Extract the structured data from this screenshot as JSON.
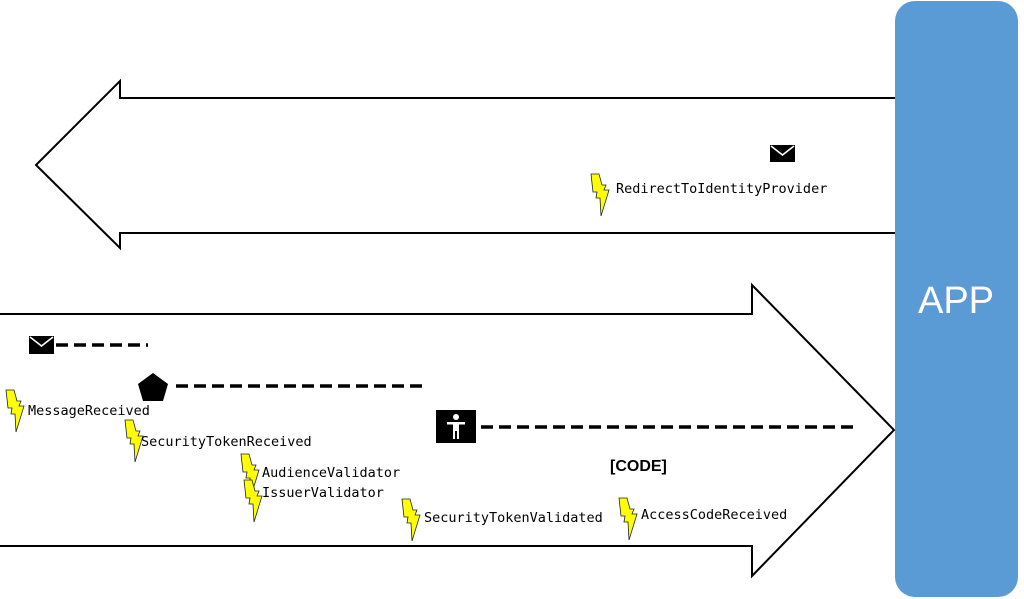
{
  "app": {
    "label": "APP",
    "color": "#5b9bd5"
  },
  "bolt_color": "#ffff00",
  "request_arrow": {
    "events": [
      {
        "name": "RedirectToIdentityProvider"
      }
    ],
    "icons": [
      "envelope-icon"
    ]
  },
  "response_arrow": {
    "events": [
      {
        "name": "MessageReceived"
      },
      {
        "name": "SecurityTokenReceived"
      },
      {
        "name": "AudienceValidator"
      },
      {
        "name": "IssuerValidator"
      },
      {
        "name": "SecurityTokenValidated"
      },
      {
        "name": "AccessCodeReceived"
      }
    ],
    "code_label": "[CODE]",
    "icons": [
      "envelope-icon",
      "pentagon-icon",
      "user-icon"
    ]
  }
}
